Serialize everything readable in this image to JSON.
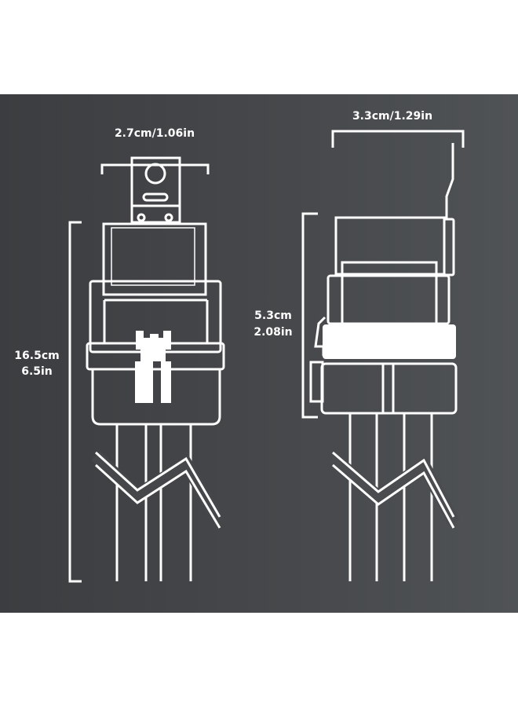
{
  "dimensions": {
    "front_width": "2.7cm/1.06in",
    "front_height_cm": "16.5cm",
    "front_height_in": "6.5in",
    "side_width": "3.3cm/1.29in",
    "side_height_cm": "5.3cm",
    "side_height_in": "2.08in"
  },
  "colors": {
    "background": "#45474a",
    "lines": "#ffffff"
  }
}
